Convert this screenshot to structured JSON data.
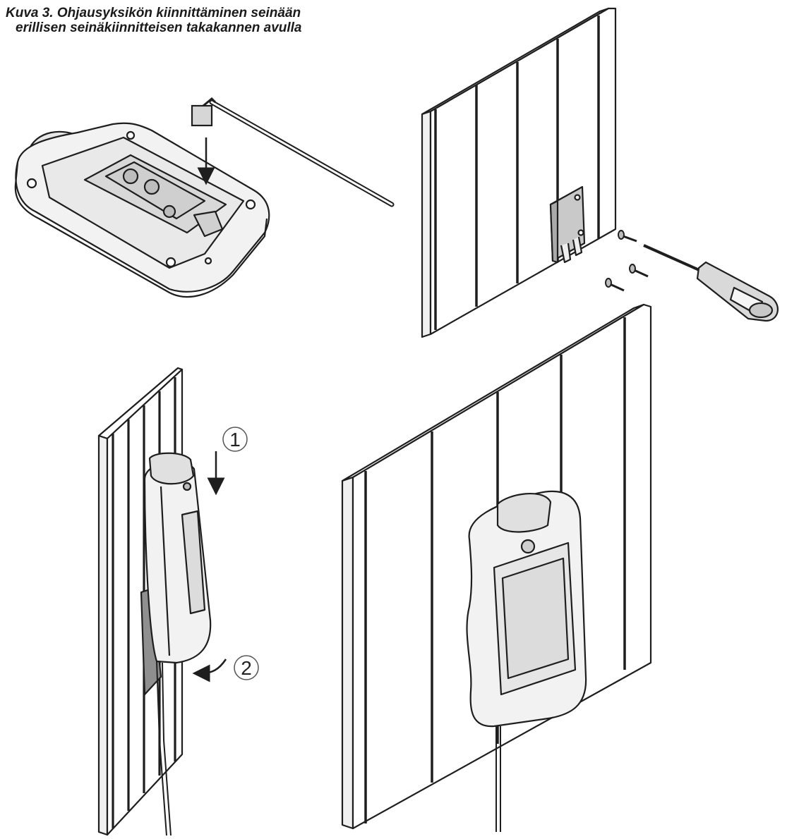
{
  "caption": {
    "line1": "Kuva 3.  Ohjausyksikön kiinnittäminen seinään",
    "line2": "erillisen seinäkiinnitteisen takakannen avulla"
  },
  "steps": {
    "step1": "1",
    "step2": "2"
  },
  "colors": {
    "outline": "#1e1e1e",
    "panel_fill": "#ffffff",
    "device_fill": "#f2f2f2",
    "screen_fill": "#dcdcdc",
    "shade": "#bdbdbd"
  }
}
